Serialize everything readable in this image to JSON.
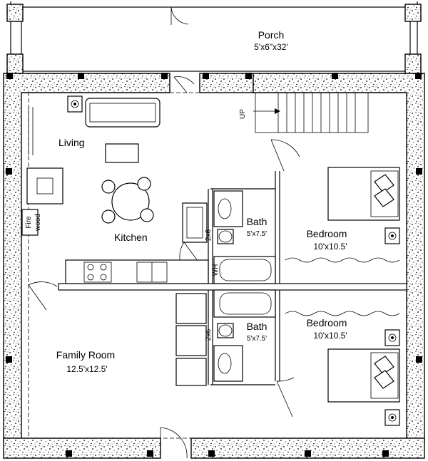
{
  "plan": {
    "porch": {
      "name": "Porch",
      "size": "5'x6\"x32'"
    },
    "up_label": "UP",
    "living": {
      "name": "Living"
    },
    "firewood": {
      "line1": "Fire",
      "line2": "wood"
    },
    "kitchen": {
      "name": "Kitchen"
    },
    "bath_top": {
      "name": "Bath",
      "size": "5'x7.5'",
      "wall": "2x6",
      "heater": "WH"
    },
    "bath_bottom": {
      "name": "Bath",
      "size": "5'x7.5'",
      "wall": "2x6"
    },
    "bedroom_top": {
      "name": "Bedroom",
      "size": "10'x10.5'"
    },
    "bedroom_bottom": {
      "name": "Bedroom",
      "size": "10'x10.5'"
    },
    "family_room": {
      "name": "Family Room",
      "size": "12.5'x12.5'"
    }
  }
}
